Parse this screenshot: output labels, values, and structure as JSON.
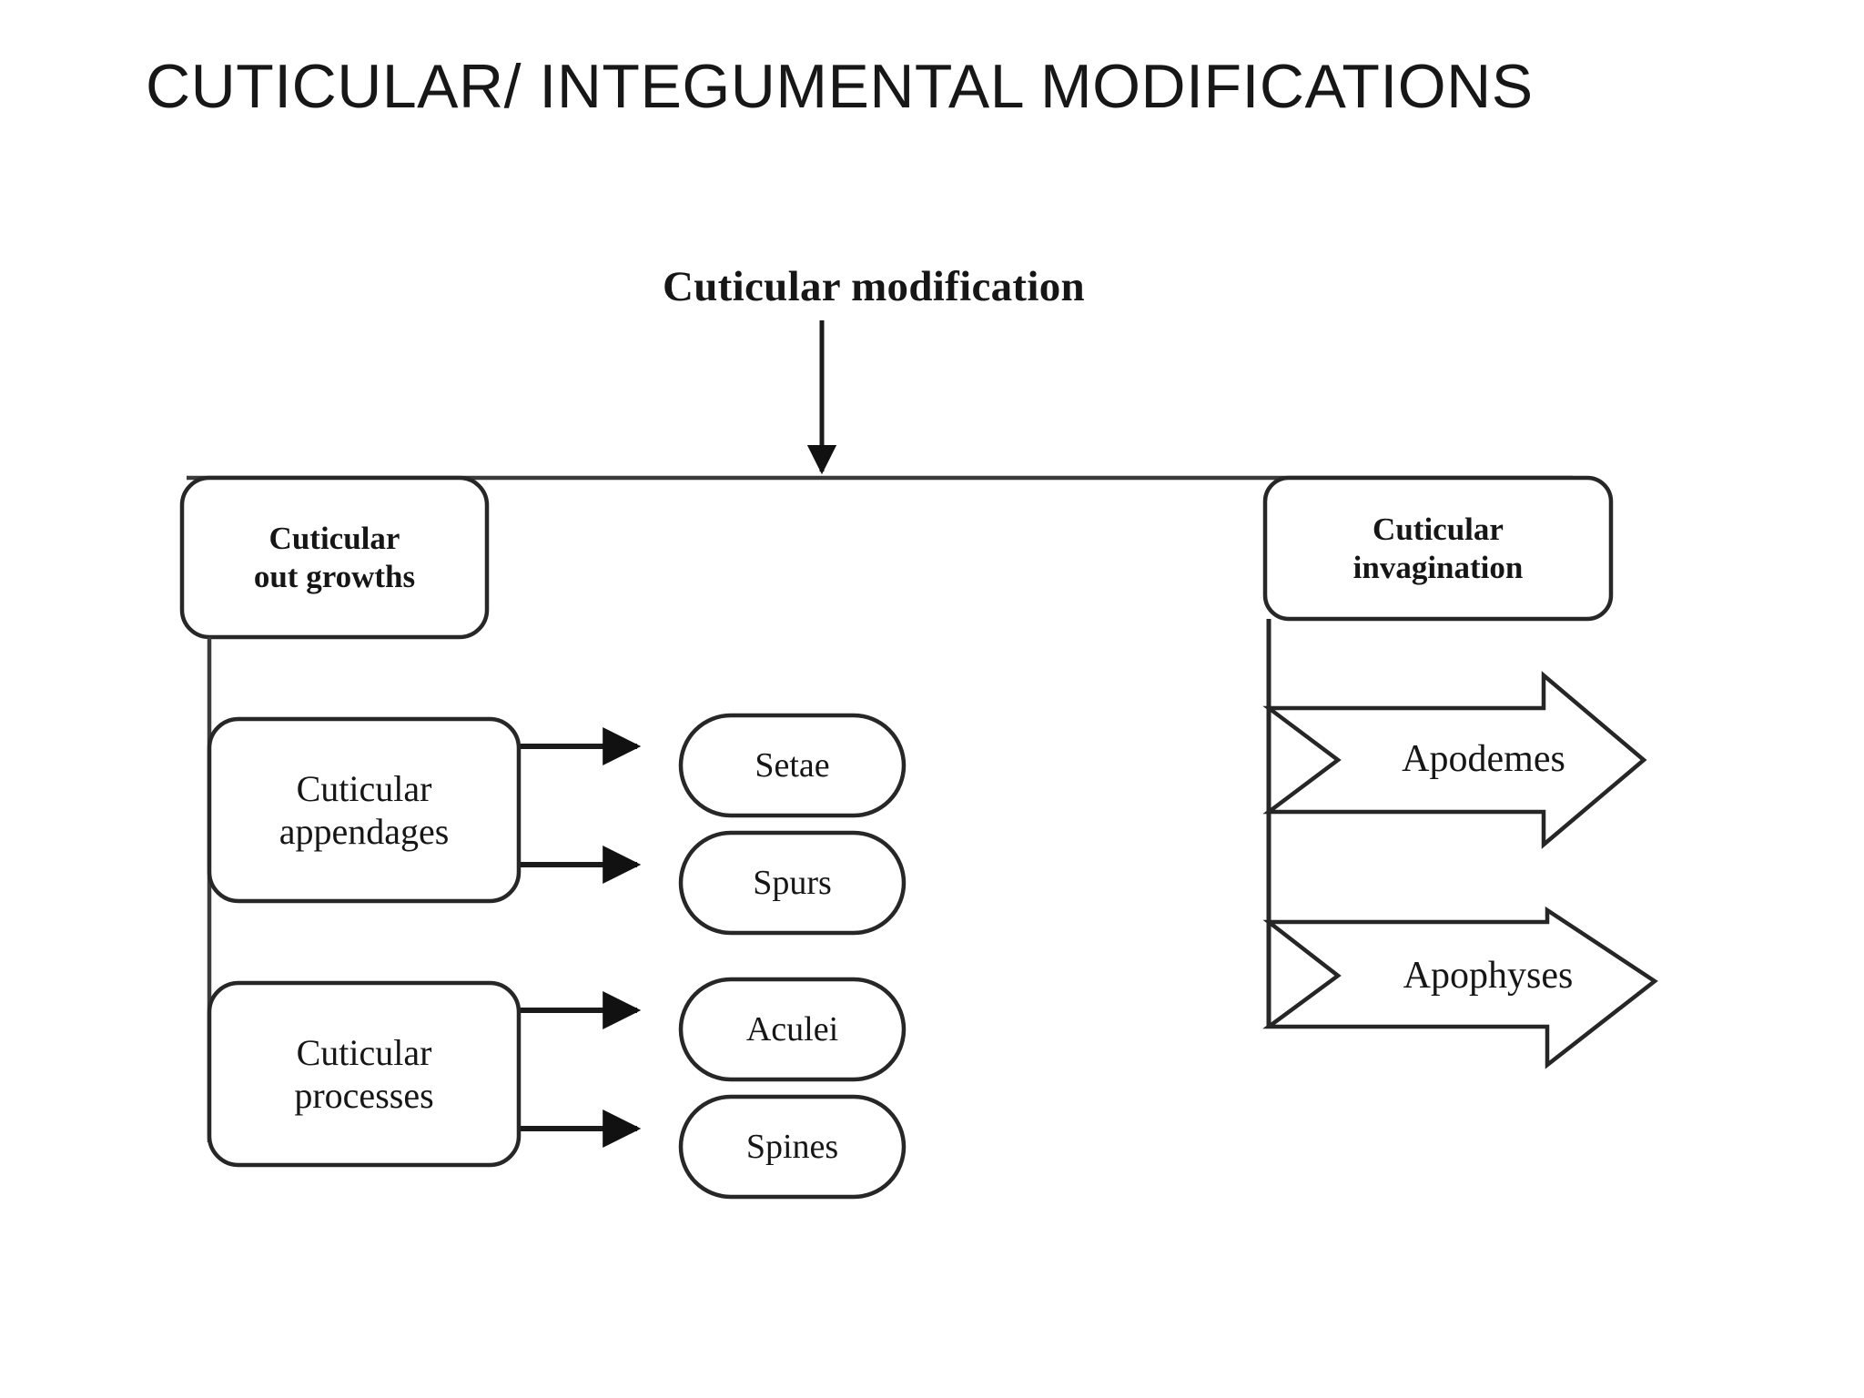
{
  "slide": {
    "title": "CUTICULAR/ INTEGUMENTAL MODIFICATIONS",
    "background_color": "#ffffff",
    "ink_color": "#161616"
  },
  "diagram": {
    "type": "flowchart",
    "root": {
      "id": "cuticular-modification",
      "label": "Cuticular modification",
      "style": "heading-text",
      "emphasis": "bold"
    },
    "branches": [
      {
        "id": "cuticular-out-growths",
        "label": "Cuticular out growths",
        "line1": "Cuticular",
        "line2": "out growths",
        "shape": "rounded-rectangle",
        "emphasis": "bold",
        "children": [
          {
            "id": "cuticular-appendages",
            "label": "Cuticular appendages",
            "line1": "Cuticular",
            "line2": "appendages",
            "shape": "rounded-rectangle",
            "emphasis": "regular",
            "children": [
              {
                "id": "setae",
                "label": "Setae",
                "shape": "stadium"
              },
              {
                "id": "spurs",
                "label": "Spurs",
                "shape": "stadium"
              }
            ]
          },
          {
            "id": "cuticular-processes",
            "label": "Cuticular processes",
            "line1": "Cuticular",
            "line2": "processes",
            "shape": "rounded-rectangle",
            "emphasis": "regular",
            "children": [
              {
                "id": "aculei",
                "label": "Aculei",
                "shape": "stadium"
              },
              {
                "id": "spines",
                "label": "Spines",
                "shape": "stadium"
              }
            ]
          }
        ]
      },
      {
        "id": "cuticular-invagination",
        "label": "Cuticular invagination",
        "line1": "Cuticular",
        "line2": "invagination",
        "shape": "rounded-rectangle",
        "emphasis": "bold",
        "children": [
          {
            "id": "apodemes",
            "label": "Apodemes",
            "shape": "chevron-arrow-right"
          },
          {
            "id": "apophyses",
            "label": "Apophyses",
            "shape": "chevron-arrow-right"
          }
        ]
      }
    ],
    "connectors": {
      "root_to_split": "vertical-arrow-down",
      "split_bar": "horizontal-line",
      "branch_to_child": "elbow-line",
      "child_to_leaf": "arrow-right"
    },
    "colors": {
      "stroke": "#262626",
      "fill": "#ffffff",
      "arrowhead": "#111111"
    }
  }
}
